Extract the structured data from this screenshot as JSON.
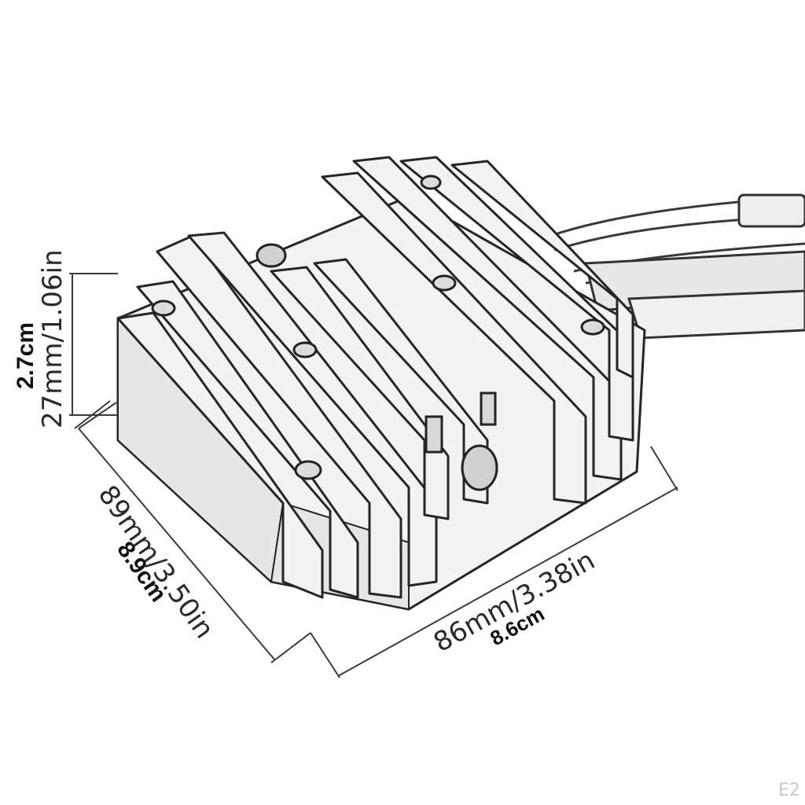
{
  "dimensions": {
    "height": {
      "primary": "27mm/1.06in",
      "secondary": "2.7cm"
    },
    "depth": {
      "primary": "89mm/3.50in",
      "secondary": "8.9cm"
    },
    "width": {
      "primary": "86mm/3.38in",
      "secondary": "8.6cm"
    }
  },
  "corner_label": "E2",
  "colors": {
    "line": "#3a3a3a",
    "text": "#2a2a2a",
    "background": "#ffffff",
    "corner": "#c8c8c8"
  }
}
